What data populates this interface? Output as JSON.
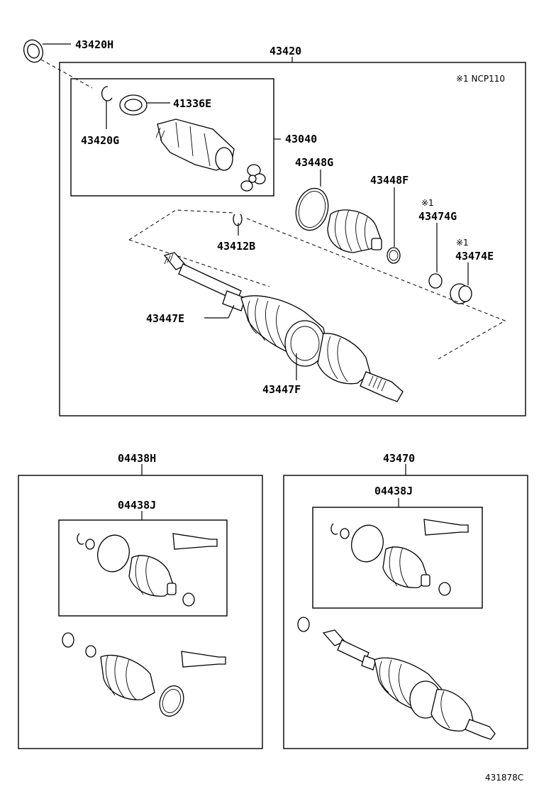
{
  "labels": {
    "p43420H": "43420H",
    "p43420": "43420",
    "note_ncp110": "※1 NCP110",
    "p41336E": "41336E",
    "p43040": "43040",
    "p43420G": "43420G",
    "p43448G": "43448G",
    "p43448F": "43448F",
    "p43474G_mark": "※1",
    "p43474G": "43474G",
    "p43412B": "43412B",
    "p43474E_mark": "※1",
    "p43474E": "43474E",
    "p43447E": "43447E",
    "p43447F": "43447F",
    "p04438H": "04438H",
    "p04438J_left": "04438J",
    "p43470": "43470",
    "p04438J_right": "04438J",
    "figure_ref": "431878C"
  }
}
